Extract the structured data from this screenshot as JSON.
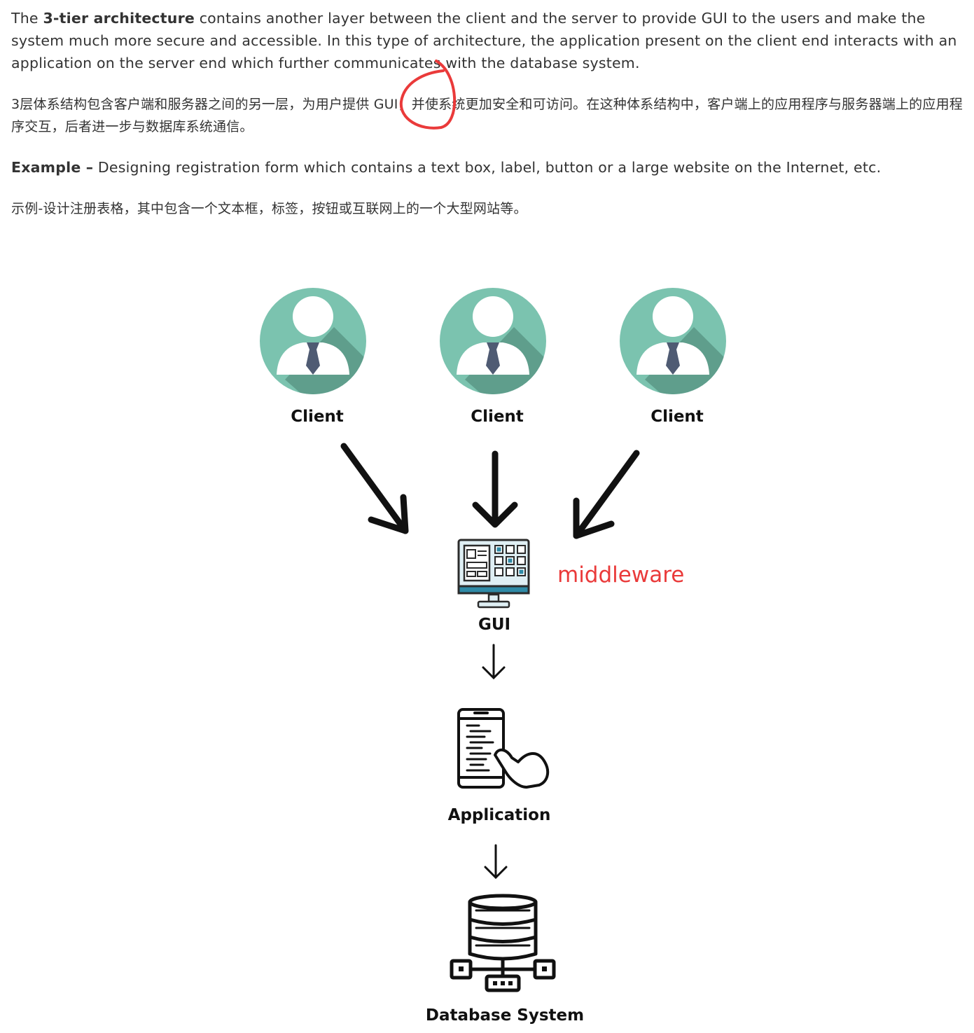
{
  "paragraphs": {
    "p1_pre": "The ",
    "p1_bold": "3-tier architecture",
    "p1_post": " contains another layer between the client and the server to provide GUI to the users and make the system much more secure and accessible. In this type of architecture, the application present on the client end interacts with an application on the server end which further communicates with the database system.",
    "p2": "3层体系结构包含客户端和服务器之间的另一层，为用户提供 GUI，并使系统更加安全和可访问。在这种体系结构中，客户端上的应用程序与服务器端上的应用程序交互，后者进一步与数据库系统通信。",
    "p3_bold": "Example –",
    "p3_post": " Designing registration form which contains a text box, label, button or a large website on the Internet, etc.",
    "p4": "示例-设计注册表格，其中包含一个文本框，标签，按钮或互联网上的一个大型网站等。"
  },
  "diagram": {
    "clients": [
      {
        "label": "Client"
      },
      {
        "label": "Client"
      },
      {
        "label": "Client"
      }
    ],
    "gui_label": "GUI",
    "middleware_label": "middleware",
    "application_label": "Application",
    "database_label": "Database System",
    "colors": {
      "avatar_bg": "#7bc3af",
      "avatar_shadow": "#5f9e8c",
      "avatar_shirt": "#ffffff",
      "tie": "#4f5b73",
      "annotation_red": "#ea3a3a",
      "monitor_accent": "#2f8ba7",
      "monitor_screen": "#dfeff4"
    },
    "icons": [
      "user-avatar-icon",
      "monitor-gui-icon",
      "mobile-touch-icon",
      "database-server-icon"
    ]
  }
}
